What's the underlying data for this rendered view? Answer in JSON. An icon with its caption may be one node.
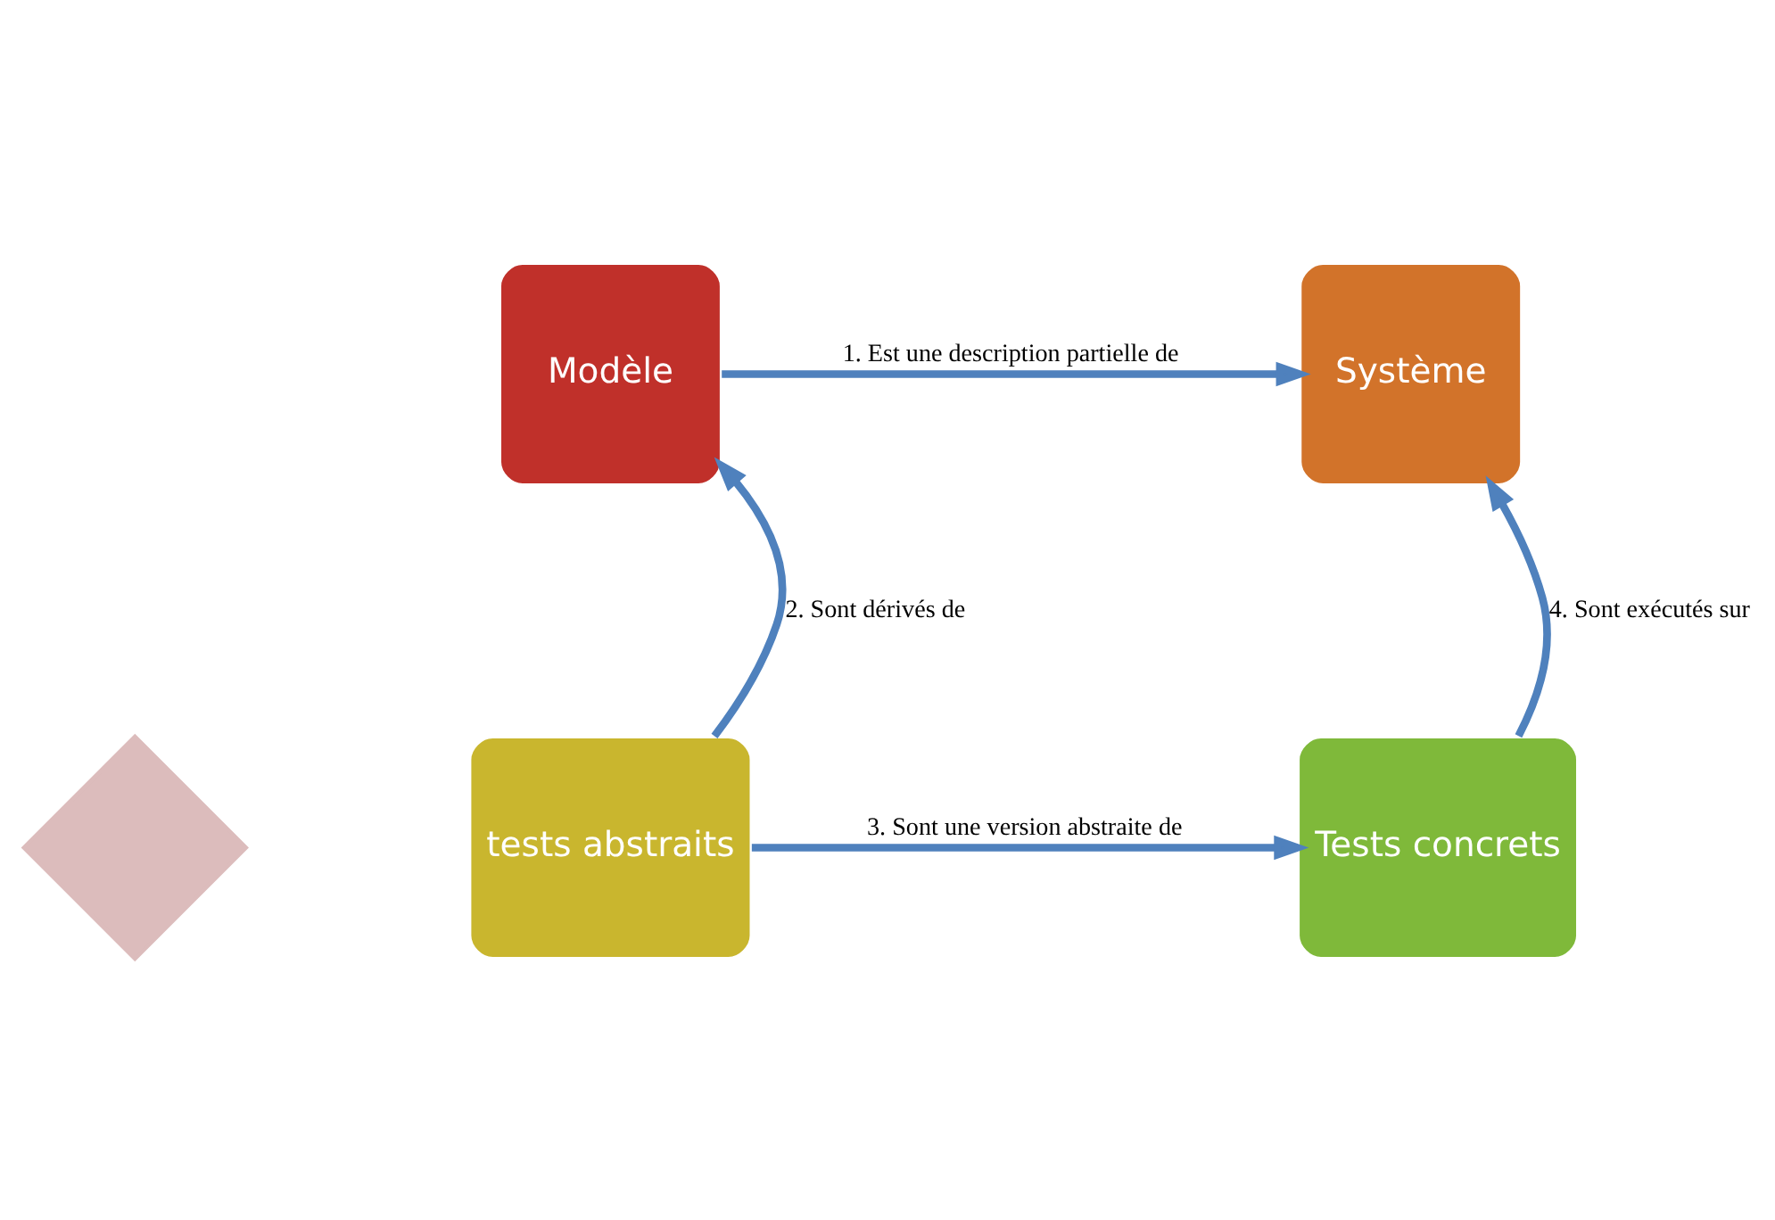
{
  "diagram": {
    "nodes": [
      {
        "text": [
          "Modèle"
        ]
      },
      {
        "text": [
          "Système"
        ]
      },
      {
        "text": [
          "tests abstraits"
        ]
      },
      {
        "text": [
          "Tests concrets"
        ]
      },
      {
        "text": [],
        "shape": "diamond"
      }
    ],
    "edges": [
      {
        "from": 0,
        "to": 1,
        "arrow": "to",
        "label": "1. Est une description partielle de"
      },
      {
        "from": 2,
        "to": 0,
        "arrow": "to",
        "label": "2. Sont dérivés de"
      },
      {
        "from": 2,
        "to": 3,
        "arrow": "to",
        "label": "3. Sont une version abstraite de"
      },
      {
        "from": 3,
        "to": 1,
        "arrow": "to",
        "label": "4. Sont exécutés sur"
      }
    ]
  }
}
